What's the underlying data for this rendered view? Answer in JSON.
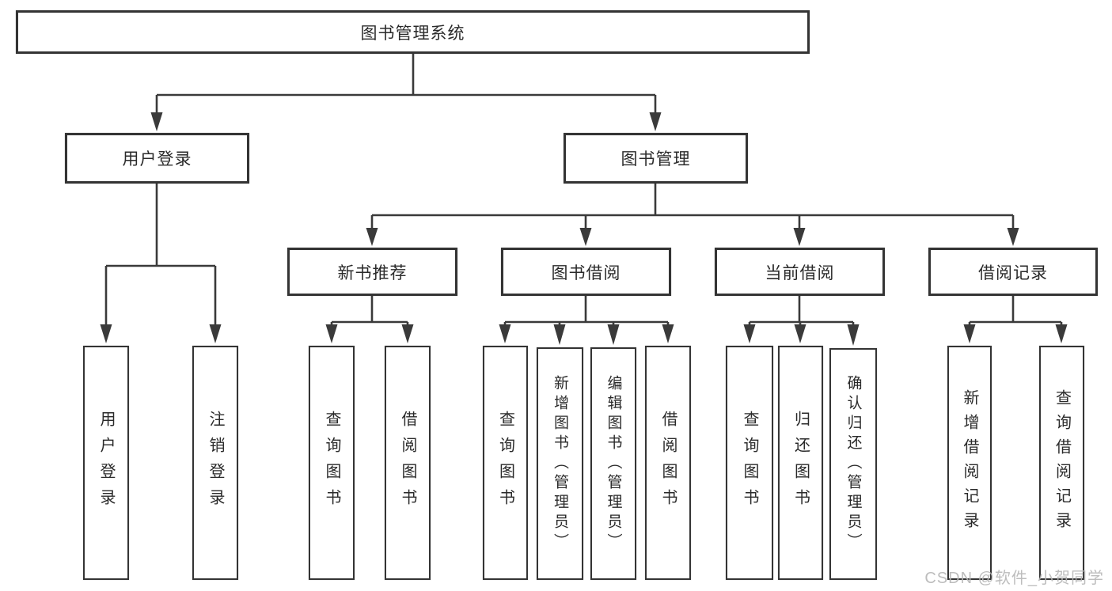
{
  "diagram": {
    "root": {
      "label": "图书管理系统"
    },
    "level2": {
      "user_login": {
        "label": "用户登录"
      },
      "book_management": {
        "label": "图书管理"
      }
    },
    "level3": {
      "new_book_recommend": {
        "label": "新书推荐"
      },
      "book_borrow": {
        "label": "图书借阅"
      },
      "current_borrow": {
        "label": "当前借阅"
      },
      "borrow_record": {
        "label": "借阅记录"
      }
    },
    "leaves": {
      "user_login_leaf": {
        "label": "用户登录"
      },
      "logout_leaf": {
        "label": "注销登录"
      },
      "nbr_query_book": {
        "label": "查询图书"
      },
      "nbr_borrow_book": {
        "label": "借阅图书"
      },
      "bb_query_book": {
        "label": "查询图书"
      },
      "bb_add_book": {
        "label": "新增图书（管理员）"
      },
      "bb_edit_book": {
        "label": "编辑图书（管理员）"
      },
      "bb_borrow_book": {
        "label": "借阅图书"
      },
      "cb_query_book": {
        "label": "查询图书"
      },
      "cb_return_book": {
        "label": "归还图书"
      },
      "cb_confirm_return": {
        "label": "确认归还（管理员）"
      },
      "br_add_record": {
        "label": "新增借阅记录"
      },
      "br_query_record": {
        "label": "查询借阅记录"
      }
    }
  },
  "watermark": {
    "text": "CSDN @软件_小贺同学",
    "color": "#b6b6b6"
  },
  "colors": {
    "line": "#3a3a3a",
    "box_border": "#343434",
    "text": "#2a2a2a",
    "background": "#ffffff"
  }
}
